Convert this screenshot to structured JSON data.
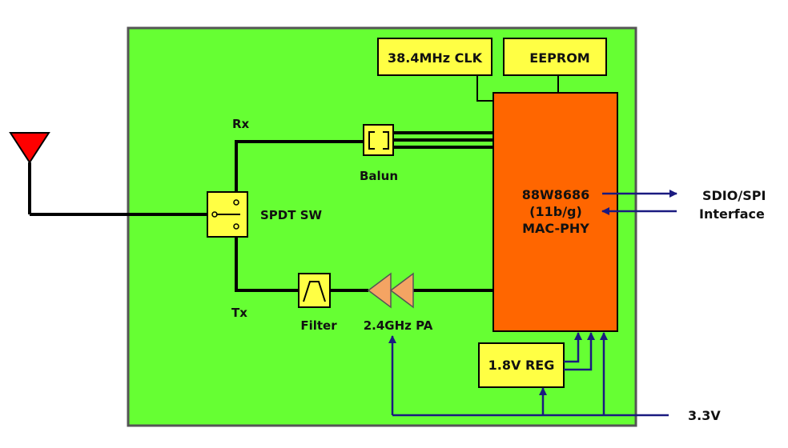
{
  "diagram": {
    "colors": {
      "board": "#66ff33",
      "board_border": "#555555",
      "block": "#ffff44",
      "chip": "#ff6600",
      "amp": "#f4a463",
      "antenna": "#ff0000",
      "wire": "#000000",
      "signal": "#1a1a80"
    },
    "blocks": {
      "clk": "38.4MHz CLK",
      "eeprom": "EEPROM",
      "reg": "1.8V REG"
    },
    "chip": {
      "line1": "88W8686",
      "line2": "(11b/g)",
      "line3": "MAC-PHY"
    },
    "labels": {
      "rx": "Rx",
      "tx": "Tx",
      "balun": "Balun",
      "spdt": "SPDT SW",
      "filter": "Filter",
      "pa": "2.4GHz PA"
    },
    "external": {
      "interface_line1": "SDIO/SPI",
      "interface_line2": "Interface",
      "power": "3.3V"
    }
  }
}
